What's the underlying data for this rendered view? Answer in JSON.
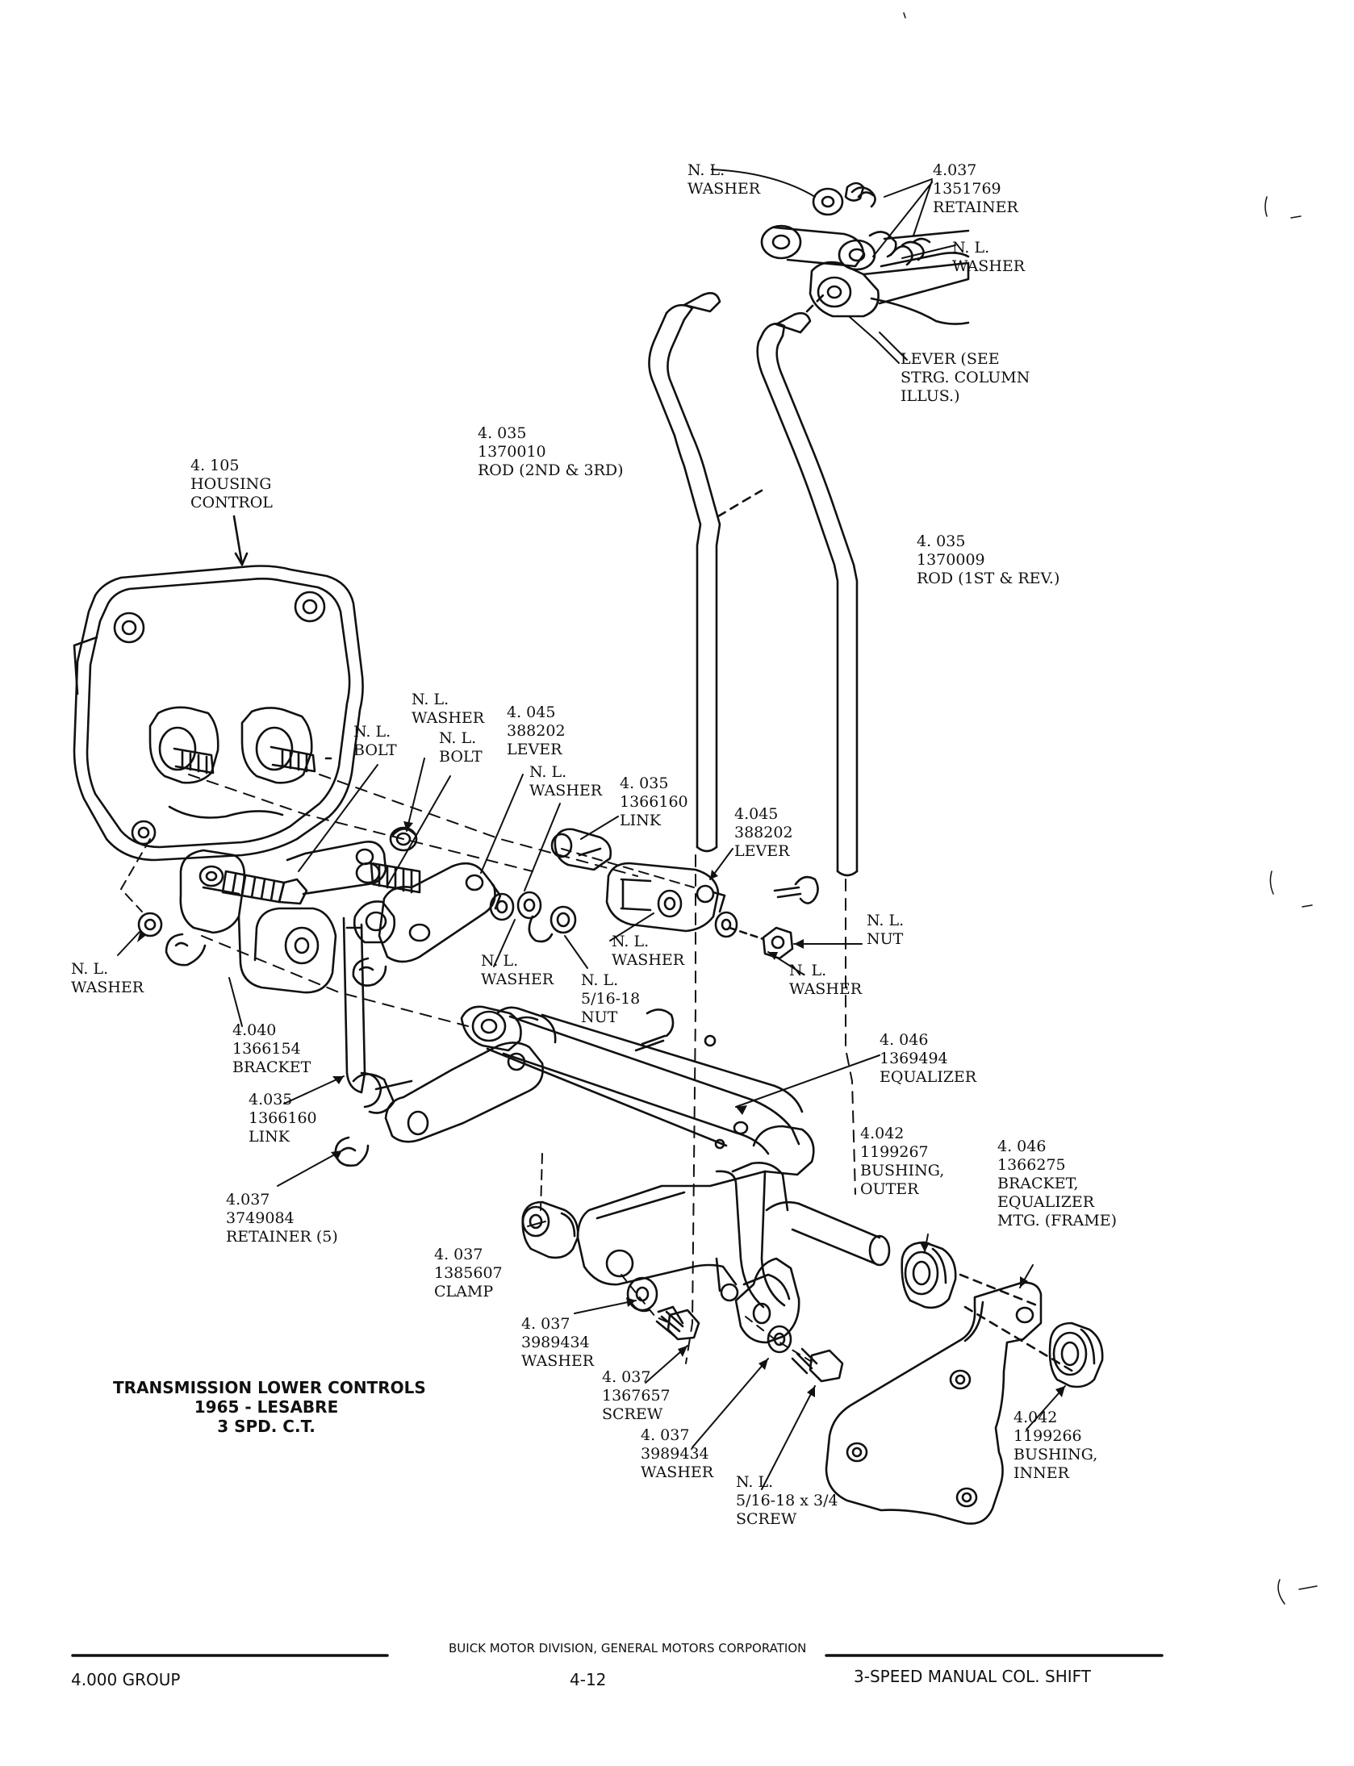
{
  "labels": {
    "washer_top": "N. L.\nWASHER",
    "retainer_top": "4.037\n1351769\nRETAINER",
    "washer_top_right": "N. L.\nWASHER",
    "lever_strg": "LEVER (SEE\nSTRG. COLUMN\nILLUS.)",
    "rod_2nd_3rd": "4. 035\n1370010\nROD (2ND & 3RD)",
    "rod_1st_rev": "4. 035\n1370009\nROD (1ST & REV.)",
    "housing_control": "4. 105\nHOUSING\nCONTROL",
    "washer_mid": "N. L.\nWASHER",
    "bolt_left": "N. L.\nBOLT",
    "bolt_right": "N. L.\nBOLT",
    "lever_left": "4. 045\n388202\nLEVER",
    "washer_mid2": "N. L.\nWASHER",
    "link_upper": "4. 035\n1366160\nLINK",
    "lever_right": "4.045\n388202\nLEVER",
    "nut_right": "N. L.\nNUT",
    "washer_center": "N. L.\nWASHER",
    "washer_nut_right": "N. L.\nWASHER",
    "washer_lower_mid": "N. L.\nWASHER",
    "nut_5_16": "N. L.\n5/16-18\nNUT",
    "washer_far_left": "N. L.\nWASHER",
    "bracket": "4.040\n1366154\nBRACKET",
    "link_lower": "4.035\n1366160\nLINK",
    "equalizer": "4. 046\n1369494\nEQUALIZER",
    "retainer_5": "4.037\n3749084\nRETAINER (5)",
    "bushing_outer": "4.042\n1199267\nBUSHING,\nOUTER",
    "bracket_equalizer": "4. 046\n1366275\nBRACKET,\nEQUALIZER\nMTG. (FRAME)",
    "clamp": "4. 037\n1385607\nCLAMP",
    "washer_3989434_a": "4. 037\n3989434\nWASHER",
    "screw_1367657": "4. 037\n1367657\nSCREW",
    "washer_3989434_b": "4. 037\n3989434\nWASHER",
    "screw_5_16": "N. L.\n5/16-18 x 3/4\nSCREW",
    "bushing_inner": "4.042\n1199266\nBUSHING,\nINNER"
  },
  "caption": {
    "line1": "TRANSMISSION LOWER CONTROLS",
    "line2": "1965 - LESABRE",
    "line3": "3 SPD. C.T."
  },
  "footer": {
    "division": "BUICK MOTOR DIVISION, GENERAL MOTORS CORPORATION",
    "group": "4.000 GROUP",
    "page_number": "4-12",
    "section": "3-SPEED MANUAL COL. SHIFT"
  }
}
